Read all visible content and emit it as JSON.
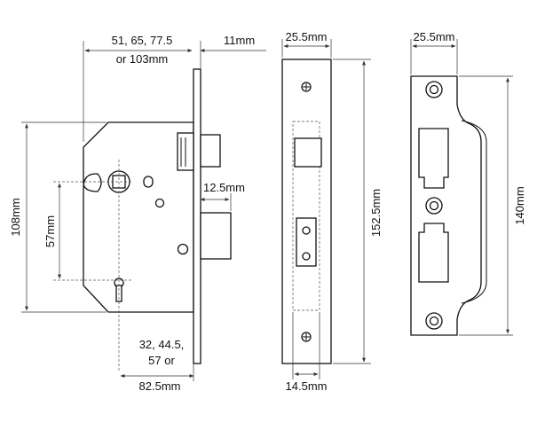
{
  "diagram": {
    "lock_body": {
      "dim_backset": "51, 65, 77.5",
      "dim_backset_2": "or 103mm",
      "dim_forend_thickness": "11mm",
      "dim_height": "108mm",
      "dim_centres": "57mm",
      "dim_bolt_throw": "12.5mm",
      "dim_case_1": "32, 44.5,",
      "dim_case_2": "57 or",
      "dim_case_3": "82.5mm"
    },
    "forend": {
      "dim_width": "25.5mm",
      "dim_length": "152.5mm",
      "dim_depth": "14.5mm"
    },
    "strike_plate": {
      "dim_width": "25.5mm",
      "dim_length": "140mm"
    }
  }
}
